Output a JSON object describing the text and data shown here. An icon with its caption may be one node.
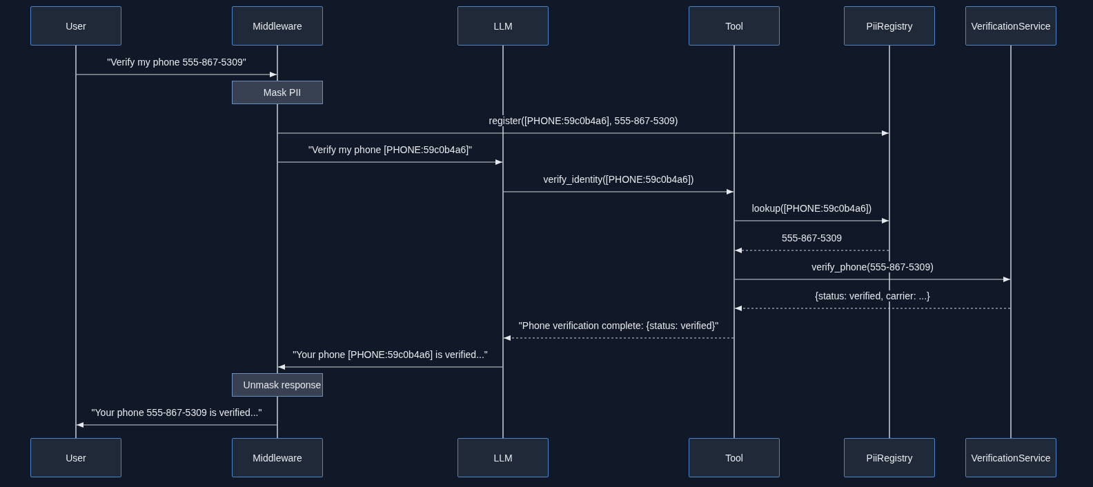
{
  "diagram": {
    "nodes": [
      {
        "text": [
          "User"
        ]
      },
      {
        "text": [
          "Middleware"
        ]
      },
      {
        "text": [
          "LLM"
        ]
      },
      {
        "text": [
          "Tool"
        ]
      },
      {
        "text": [
          "PiiRegistry"
        ]
      },
      {
        "text": [
          "VerificationService"
        ]
      },
      {
        "text": [
          "Mask PII"
        ]
      },
      {
        "text": [
          "Unmask response"
        ]
      },
      {
        "text": [
          "User"
        ]
      },
      {
        "text": [
          "Middleware"
        ]
      },
      {
        "text": [
          "LLM"
        ]
      },
      {
        "text": [
          "Tool"
        ]
      },
      {
        "text": [
          "PiiRegistry"
        ]
      },
      {
        "text": [
          "VerificationService"
        ]
      },
      {
        "text": [],
        "shape": "bar"
      },
      {
        "text": [],
        "shape": "bar"
      },
      {
        "text": [],
        "shape": "bar"
      },
      {
        "text": [],
        "shape": "bar"
      },
      {
        "text": [],
        "shape": "bar"
      },
      {
        "text": [],
        "shape": "bar"
      }
    ],
    "edges": [
      {
        "from": 14,
        "to": 15,
        "arrow": "to",
        "label": "\"Verify my phone 555-867-5309\""
      },
      {
        "from": 15,
        "to": 18,
        "arrow": "to",
        "label": "register([PHONE:59c0b4a6], 555-867-5309)"
      },
      {
        "from": 15,
        "to": 16,
        "arrow": "to",
        "label": "\"Verify my phone [PHONE:59c0b4a6]\""
      },
      {
        "from": 16,
        "to": 17,
        "arrow": "to",
        "label": "verify_identity([PHONE:59c0b4a6])"
      },
      {
        "from": 17,
        "to": 18,
        "arrow": "to",
        "label": "lookup([PHONE:59c0b4a6])"
      },
      {
        "from": 18,
        "to": 17,
        "arrow": "to",
        "label": "555-867-5309",
        "style": "dashed"
      },
      {
        "from": 17,
        "to": 19,
        "arrow": "to",
        "label": "verify_phone(555-867-5309)"
      },
      {
        "from": 19,
        "to": 17,
        "arrow": "to",
        "label": "{status: verified, carrier: ...}",
        "style": "dashed"
      },
      {
        "from": 17,
        "to": 16,
        "arrow": "to",
        "label": "\"Phone verification complete: {status: verified}\"",
        "style": "dashed"
      },
      {
        "from": 16,
        "to": 15,
        "arrow": "to",
        "label": "\"Your phone [PHONE:59c0b4a6] is verified...\""
      },
      {
        "from": 15,
        "to": 14,
        "arrow": "to",
        "label": "\"Your phone 555-867-5309 is verified...\""
      }
    ]
  }
}
